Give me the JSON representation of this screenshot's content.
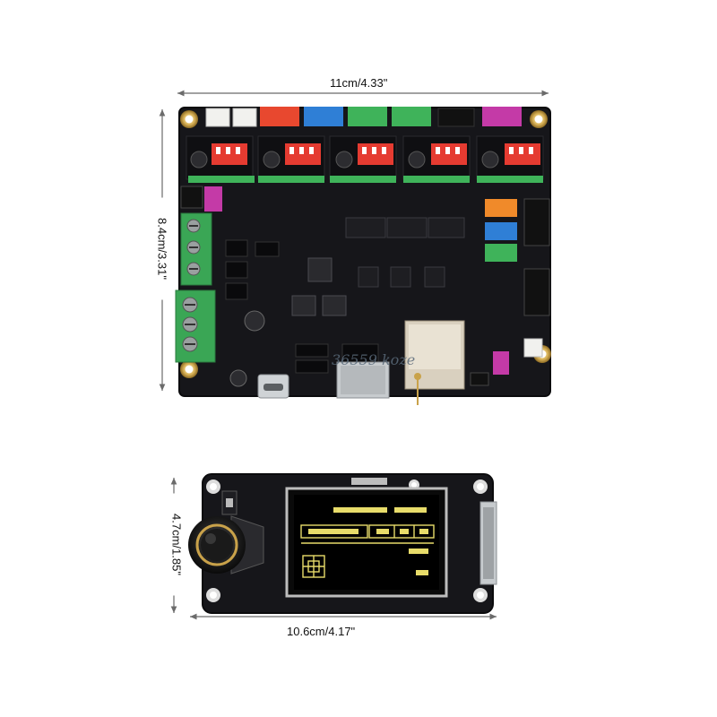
{
  "dimensions": {
    "board_width": "11cm/4.33\"",
    "board_height": "8.4cm/3.31\"",
    "display_height": "4.7cm/1.85\"",
    "display_width": "10.6cm/4.17\""
  },
  "watermark": "36559 koze",
  "colors": {
    "pcb": "#16161a",
    "pcb_edge": "#0b0b0d",
    "gold": "#c9a24a",
    "terminal_green": "#3aa655",
    "connector_white": "#f1f1ee",
    "connector_red": "#e8482f",
    "connector_blue": "#2f7fd6",
    "connector_green": "#3fb35a",
    "connector_magenta": "#c43aa7",
    "connector_orange": "#f08a2a",
    "dip_red": "#e53b31",
    "lcd_yellow": "#e8dc6a",
    "dimension_line": "#6b6b6b"
  }
}
